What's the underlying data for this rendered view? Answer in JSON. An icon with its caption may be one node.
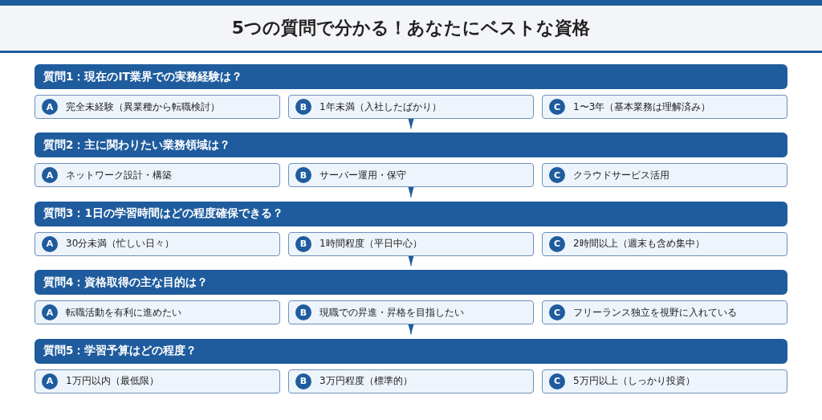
{
  "diagram": {
    "title": "5つの質問で分かる！あなたにベストな資格",
    "nodes": [
      {
        "text": [
          "質問1：現在のIT業界での実務経験は？"
        ]
      },
      {
        "text": [
          "A",
          "完全未経験（異業種から転職検討）"
        ]
      },
      {
        "text": [
          "B",
          "1年未満（入社したばかり）"
        ]
      },
      {
        "text": [
          "C",
          "1〜3年（基本業務は理解済み）"
        ]
      },
      {
        "text": [
          "質問2：主に関わりたい業務領域は？"
        ]
      },
      {
        "text": [
          "A",
          "ネットワーク設計・構築"
        ]
      },
      {
        "text": [
          "B",
          "サーバー運用・保守"
        ]
      },
      {
        "text": [
          "C",
          "クラウドサービス活用"
        ]
      },
      {
        "text": [
          "質問3：1日の学習時間はどの程度確保できる？"
        ]
      },
      {
        "text": [
          "A",
          "30分未満（忙しい日々）"
        ]
      },
      {
        "text": [
          "B",
          "1時間程度（平日中心）"
        ]
      },
      {
        "text": [
          "C",
          "2時間以上（週末も含め集中）"
        ]
      },
      {
        "text": [
          "質問4：資格取得の主な目的は？"
        ]
      },
      {
        "text": [
          "A",
          "転職活動を有利に進めたい"
        ]
      },
      {
        "text": [
          "B",
          "現職での昇進・昇格を目指したい"
        ]
      },
      {
        "text": [
          "C",
          "フリーランス独立を視野に入れている"
        ]
      },
      {
        "text": [
          "質問5：学習予算はどの程度？"
        ]
      },
      {
        "text": [
          "A",
          "1万円以内（最低限）"
        ]
      },
      {
        "text": [
          "B",
          "3万円程度（標準的）"
        ]
      },
      {
        "text": [
          "C",
          "5万円以上（しっかり投資）"
        ]
      }
    ],
    "edges": [
      {
        "from": 2,
        "to": 4,
        "arrow": "to"
      },
      {
        "from": 6,
        "to": 8,
        "arrow": "to"
      },
      {
        "from": 10,
        "to": 12,
        "arrow": "to"
      },
      {
        "from": 14,
        "to": 16,
        "arrow": "to"
      }
    ]
  }
}
